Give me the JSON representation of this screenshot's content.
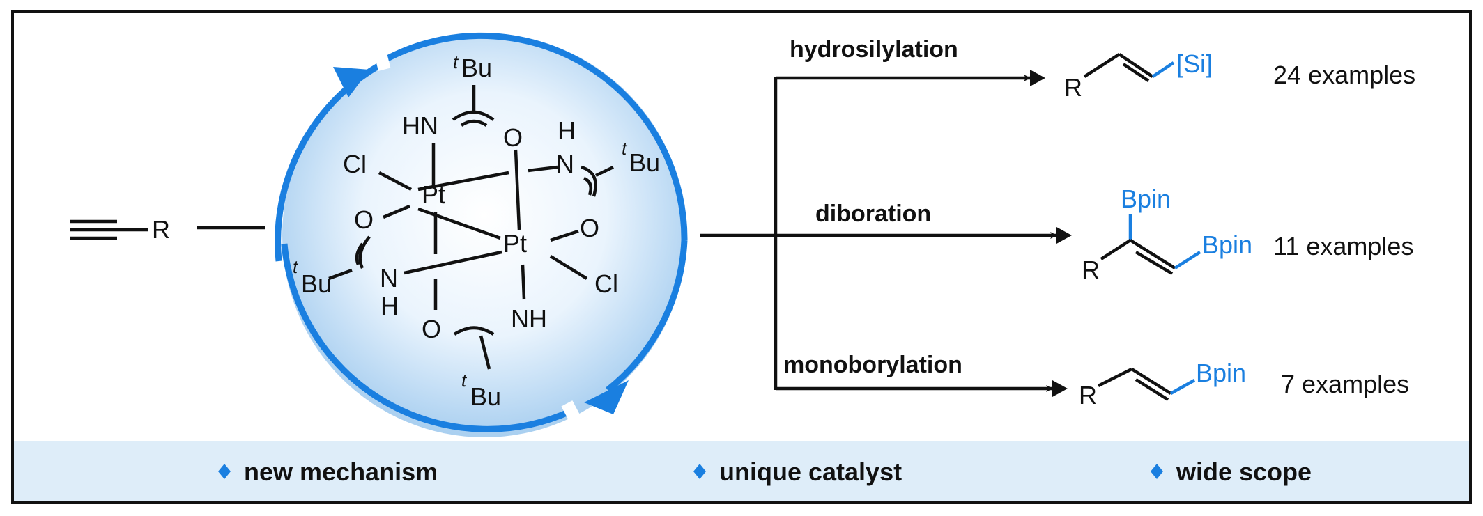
{
  "substrate": {
    "r_label": "R"
  },
  "catalyst": {
    "metal": "Pt",
    "chloride": "Cl",
    "tbu_prefix": "t",
    "tbu_suffix": "Bu",
    "nh": "NH",
    "hn": "HN",
    "n": "N",
    "h": "H",
    "o": "O"
  },
  "reactions": [
    {
      "name": "hydrosilylation",
      "r_label": "R",
      "group": "[Si]",
      "examples": "24 examples"
    },
    {
      "name": "diboration",
      "r_label": "R",
      "group_top": "Bpin",
      "group": "Bpin",
      "examples": "11 examples"
    },
    {
      "name": "monoborylation",
      "r_label": "R",
      "group": "Bpin",
      "examples": "7 examples"
    }
  ],
  "highlights": [
    "new mechanism",
    "unique catalyst",
    "wide scope"
  ],
  "colors": {
    "accent": "#1a7fe0",
    "footer_bg": "#deedf9",
    "sphere_light": "#ffffff",
    "sphere_dark": "#a9cff0"
  }
}
